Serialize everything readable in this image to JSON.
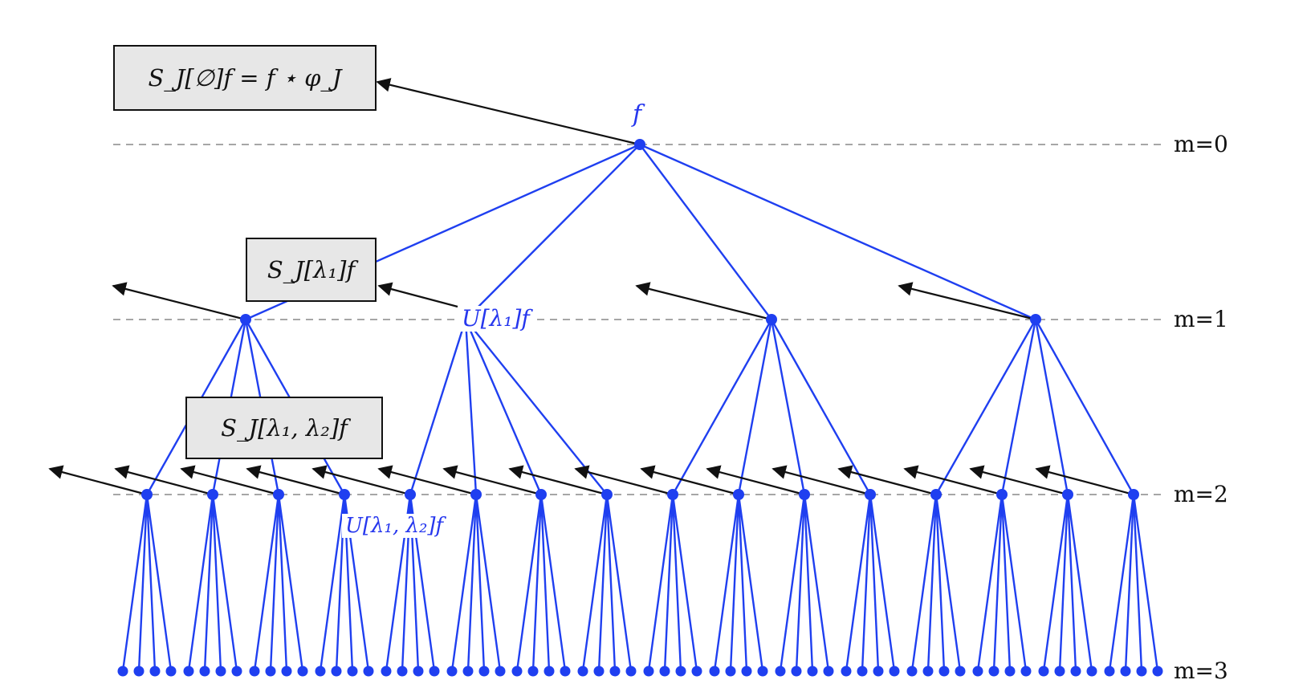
{
  "title": "",
  "root_label": "f",
  "level_labels": [
    "m=0",
    "m=1",
    "m=2",
    "m=3"
  ],
  "boxes": {
    "s0": "S_J[∅]f = f ⋆ φ_J",
    "s1": "S_J[λ₁]f",
    "s2": "S_J[λ₁, λ₂]f"
  },
  "node_labels": {
    "u1": "U[λ₁]f",
    "u2": "U[λ₁, λ₂]f"
  },
  "tree": {
    "levels": 4,
    "children_per_node": [
      4,
      4,
      4
    ],
    "m3_leaves_per_parent": 4
  },
  "colors": {
    "tree_blue": "#1f3ff0",
    "arrow_black": "#111111",
    "dashed_gray": "#888888",
    "box_fill": "#e7e7e7"
  }
}
